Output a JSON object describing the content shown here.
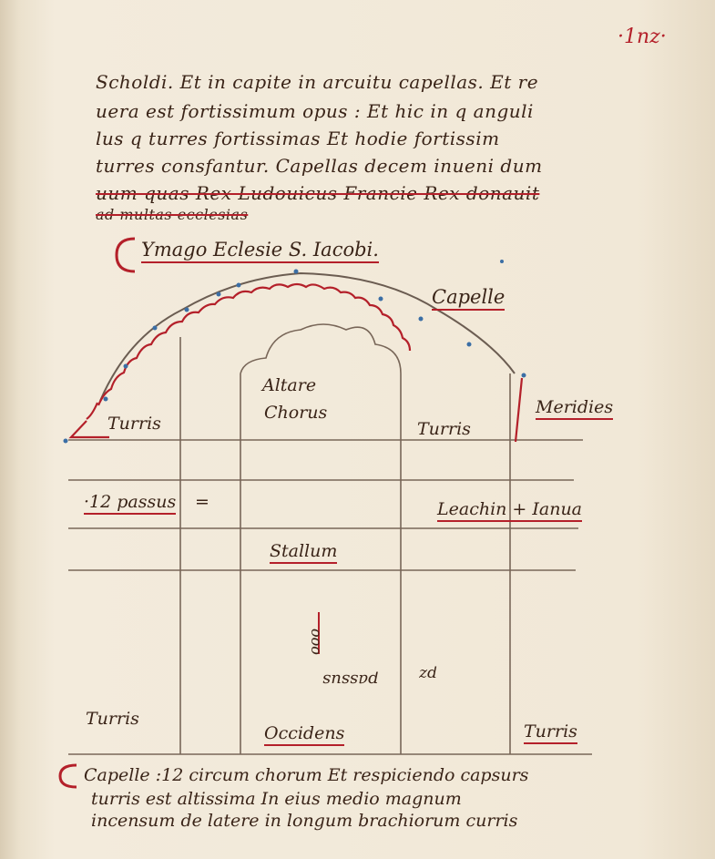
{
  "folio": "·1nz·",
  "top_text": {
    "line1": "Scholdi. Et in capite in arcuitu capellas. Et re",
    "line2": "uera est fortissimum opus : Et hic in q anguli",
    "line3": "lus q turres fortissimas Et hodie fortissim",
    "line4": "turres consfantur. Capellas decem inueni dum",
    "line5": "uum quas Rex Ludouicus Francie Rex donauit",
    "line6": "ad multas ecclesias"
  },
  "diagram": {
    "title": "Ymago Eclesie S. Iacobi.",
    "capelle_top": "Capelle",
    "altare": "Altare",
    "chorus": "Chorus",
    "turris_left_top": "Turris",
    "turris_mid": "Turris",
    "meridies": "Meridies",
    "passus": "·12 passus",
    "equals": "=",
    "porta_right": "Leachin + Ianua",
    "stallum": "Stallum",
    "vertical_mark": "ooo",
    "inverted_label": "passus",
    "mark_right": "pz",
    "turris_left_bottom": "Turris",
    "occidens": "Occidens",
    "turris_right_bottom": "Turris"
  },
  "bottom_text": {
    "line1": "Capelle :12 circum chorum Et respiciendo capsurs",
    "line2": "turris est altissima In eius medio magnum",
    "line3": "incensum de latere in longum brachiorum curris"
  },
  "colors": {
    "ink": "#3a2418",
    "rubric": "#b4202a",
    "blue": "#3b6ea5",
    "parchment": "#f1e8d7"
  }
}
